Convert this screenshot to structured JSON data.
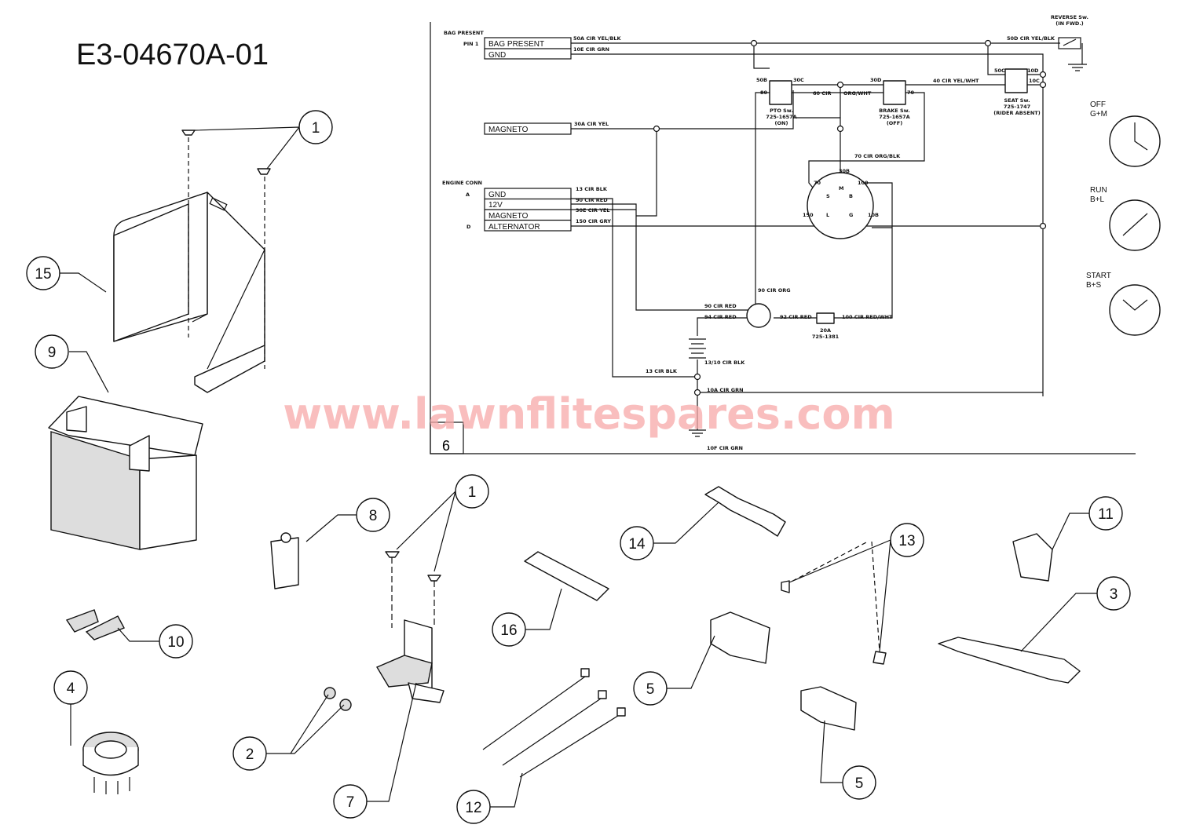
{
  "title": "E3-04670A-01",
  "watermark": "www.lawnflitespares.com",
  "frame_number": "6",
  "connectors": {
    "bag": {
      "heading": "BAG PRESENT",
      "pin": "PIN 1",
      "rows": [
        "BAG PRESENT",
        "GND"
      ]
    },
    "magneto": {
      "rows": [
        "MAGNETO"
      ]
    },
    "engine": {
      "heading": "ENGINE CONN",
      "pin_a": "A",
      "pin_d": "D",
      "rows": [
        "GND",
        "12V",
        "MAGNETO",
        "ALTERNATOR"
      ]
    }
  },
  "wires": [
    "50A CIR YEL/BLK",
    "10E CIR GRN",
    "30A CIR YEL",
    "13 CIR BLK",
    "90 CIR RED",
    "30E CIR YEL",
    "150 CIR GRY",
    "60 CIR",
    "ORG/WHT",
    "40 CIR YEL/WHT",
    "50D CIR YEL/BLK",
    "70 CIR ORG/BLK",
    "90 CIR ORG",
    "90 CIR RED",
    "94 CIR RED",
    "92 CIR RED",
    "100 CIR RED/WHT",
    "13/10 CIR BLK",
    "13 CIR BLK",
    "10A CIR GRN",
    "10F CIR GRN"
  ],
  "terminals": [
    "50B",
    "30C",
    "80",
    "30D",
    "70",
    "50C",
    "10D",
    "10C",
    "30B",
    "70",
    "100",
    "150",
    "10B"
  ],
  "switches": {
    "pto": [
      "PTO Sw.",
      "725-1657A",
      "(ON)"
    ],
    "brake": [
      "BRAKE Sw.",
      "725-1657A",
      "(OFF)"
    ],
    "seat": [
      "SEAT Sw.",
      "725-1747",
      "(RIDER ABSENT)"
    ],
    "reverse": [
      "REVERSE Sw.",
      "(IN FWD.)"
    ],
    "fuse": [
      "20A",
      "725-1381"
    ],
    "ignition_terminals": [
      "S",
      "M",
      "B",
      "L",
      "G"
    ]
  },
  "key_positions": [
    {
      "name": "OFF",
      "combo": "G+M"
    },
    {
      "name": "RUN",
      "combo": "B+L"
    },
    {
      "name": "START",
      "combo": "B+S"
    }
  ],
  "callouts": [
    "1",
    "15",
    "9",
    "10",
    "4",
    "8",
    "1",
    "2",
    "7",
    "16",
    "12",
    "14",
    "13",
    "5",
    "5",
    "11",
    "3"
  ]
}
